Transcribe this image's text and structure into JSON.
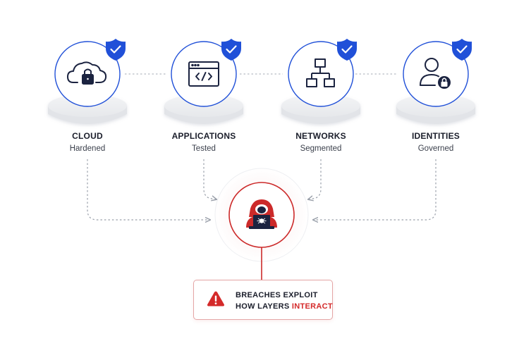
{
  "layers": [
    {
      "title": "CLOUD",
      "subtitle": "Hardened",
      "icon": "cloud-lock-icon"
    },
    {
      "title": "APPLICATIONS",
      "subtitle": "Tested",
      "icon": "code-window-icon"
    },
    {
      "title": "NETWORKS",
      "subtitle": "Segmented",
      "icon": "network-tree-icon"
    },
    {
      "title": "IDENTITIES",
      "subtitle": "Governed",
      "icon": "user-lock-icon"
    }
  ],
  "threat": {
    "icon": "hacker-laptop-icon"
  },
  "alert": {
    "line1": "BREACHES EXPLOIT",
    "line2_prefix": "HOW LAYERS ",
    "line2_accent": "INTERACT",
    "icon": "warning-icon"
  },
  "colors": {
    "primary_blue": "#2050d8",
    "icon_navy": "#1b2340",
    "threat_red": "#cc2a2a",
    "text_dark": "#1b1e2b"
  }
}
